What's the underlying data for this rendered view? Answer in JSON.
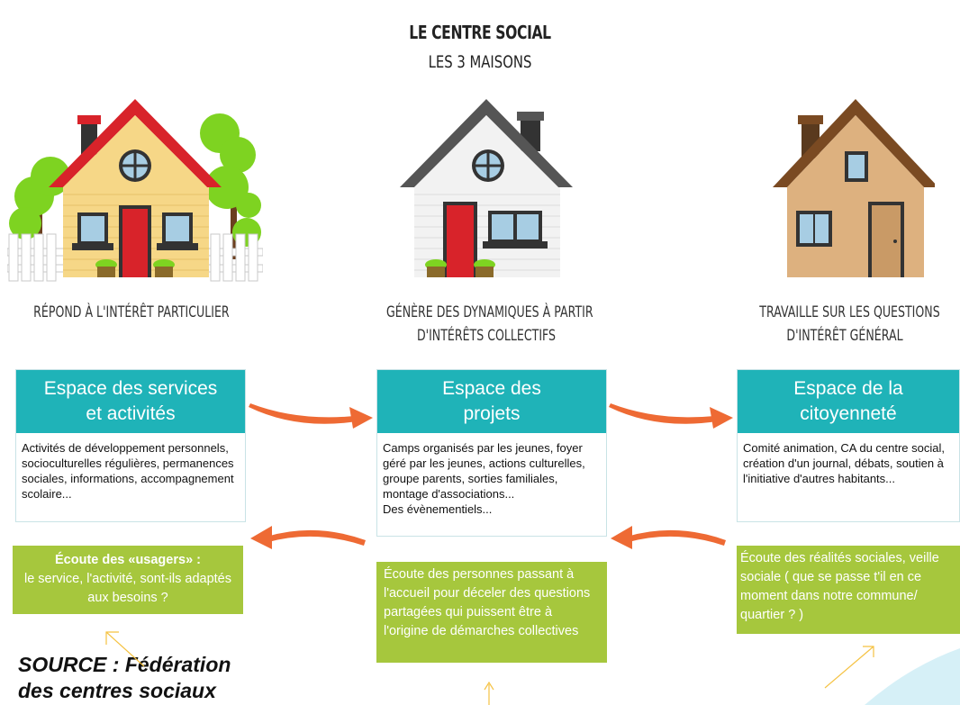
{
  "header": {
    "title": "LE CENTRE SOCIAL",
    "subtitle": "LES 3 MAISONS"
  },
  "colors": {
    "teal": "#1fb3b8",
    "green": "#a6c73d",
    "arrow": "#ee6a34",
    "thin_arrow": "#f5c242"
  },
  "houses": [
    {
      "caption_lines": [
        "RÉPOND À L'INTÉRÊT PARTICULIER"
      ],
      "card_title_lines": [
        "Espace des services",
        "et activités"
      ],
      "card_body": "Activités de développement personnels, socioculturelles régulières, permanences sociales, informations, accompagnement scolaire...",
      "green_bold": "Écoute des «usagers» :",
      "green_text": "le service, l'activité, sont-ils adaptés aux besoins ?"
    },
    {
      "caption_lines": [
        "GÉNÈRE DES DYNAMIQUES À PARTIR",
        "D'INTÉRÊTS COLLECTIFS"
      ],
      "card_title_lines": [
        "Espace des",
        "projets"
      ],
      "card_body": "Camps organisés par les jeunes, foyer géré par les jeunes, actions culturelles, groupe parents, sorties familiales, montage d'associations...",
      "card_body_extra": "Des évènementiels...",
      "green_text": "Écoute des personnes passant à l'accueil pour déceler des questions partagées qui puissent être à l'origine de démarches collectives"
    },
    {
      "caption_lines": [
        "TRAVAILLE SUR LES QUESTIONS",
        "D'INTÉRÊT GÉNÉRAL"
      ],
      "card_title_lines": [
        "Espace de la",
        "citoyenneté"
      ],
      "card_body": "Comité animation, CA du centre social, création d'un journal, débats, soutien à l'initiative d'autres habitants...",
      "green_text": "Écoute des réalités sociales, veille sociale ( que se passe t'il en ce moment dans notre commune/ quartier ? )"
    }
  ],
  "source": {
    "line1": "SOURCE : Fédération",
    "line2": "des centres sociaux"
  }
}
